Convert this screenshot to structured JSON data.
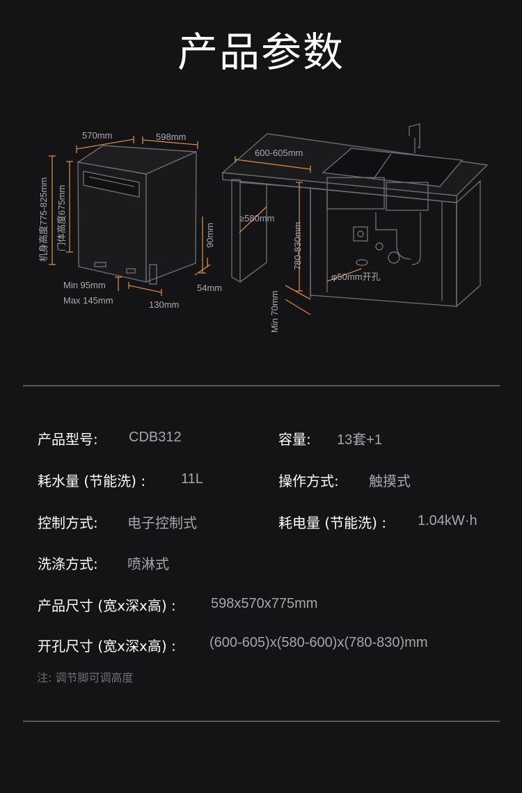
{
  "title": "产品参数",
  "diagram": {
    "width_label": "570mm",
    "depth_label": "598mm",
    "body_height": "机身高度775-825mm",
    "door_height": "门体高度675mm",
    "foot_min": "Min 95mm",
    "foot_max": "Max 145mm",
    "bottom_130": "130mm",
    "side_90": "90mm",
    "side_54": "54mm",
    "cab_width": "600-605mm",
    "cab_depth": "≥580mm",
    "cab_height": "780-830mm",
    "hole": "φ50mm开孔",
    "min70": "Min 70mm"
  },
  "specs": {
    "model_label": "产品型号:",
    "model_value": "CDB312",
    "capacity_label": "容量:",
    "capacity_value": "13套+1",
    "water_label": "耗水量 (节能洗) :",
    "water_value": "11L",
    "operation_label": "操作方式:",
    "operation_value": "触摸式",
    "control_label": "控制方式:",
    "control_value": "电子控制式",
    "power_label": "耗电量 (节能洗) :",
    "power_value": "1.04kW·h",
    "wash_label": "洗涤方式:",
    "wash_value": "喷淋式",
    "size_label": "产品尺寸 (宽x深x高) :",
    "size_value": "598x570x775mm",
    "cutout_label": "开孔尺寸 (宽x深x高) :",
    "cutout_value": "(600-605)x(580-600)x(780-830)mm"
  },
  "note": "注: 调节脚可调高度",
  "colors": {
    "background": "#141416",
    "accent": "#d9893a",
    "text": "#ffffff",
    "muted": "#a6a6ab",
    "divider": "#58585c"
  }
}
